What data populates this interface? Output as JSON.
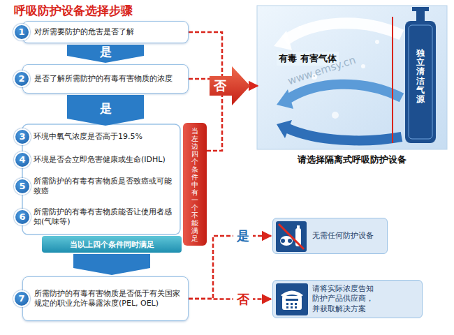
{
  "diagram": {
    "title": "呼吸防护设备选择步骤",
    "nodes": [
      {
        "text": [
          "对所需要防护的危害是否了解"
        ]
      },
      {
        "text": [
          "1"
        ],
        "in": 0
      },
      {
        "text": [
          "是否了解所需防护的有毒有害物质的浓度"
        ]
      },
      {
        "text": [
          "2"
        ],
        "in": 2
      },
      {
        "text": [
          "环境中氧气浓度是否高于19.5%"
        ]
      },
      {
        "text": [
          "3"
        ],
        "in": 4
      },
      {
        "text": [
          "环境是否会立即危害健康或生命(IDHL)"
        ]
      },
      {
        "text": [
          "4"
        ],
        "in": 6
      },
      {
        "text": [
          "所需防护的有毒有害物质是否致癌或可能致癌"
        ]
      },
      {
        "text": [
          "5"
        ],
        "in": 8
      },
      {
        "text": [
          "所需防护的有毒有害物质能否让使用者感知(气味等)"
        ]
      },
      {
        "text": [
          "6"
        ],
        "in": 10
      },
      {
        "text": [
          "当左边四个条件中有一个不能满足"
        ]
      },
      {
        "text": [
          "当以上四个条件同时满足"
        ]
      },
      {
        "text": [
          "所需防护的有毒有害物质是否低于有关国家规定的职业允许暴露浓度(PEL, OEL)"
        ]
      },
      {
        "text": [
          "7"
        ],
        "in": 14
      },
      {
        "text": [
          "否"
        ]
      },
      {
        "text": [
          "有毒 有害气体",
          "独立清洁气源",
          "请选择隔离式呼吸防护设备"
        ]
      },
      {
        "text": [
          "无需任何防护设备"
        ]
      },
      {
        "text": [
          "请将实际浓度告知防护产品供应商，并获取解决方案"
        ]
      }
    ],
    "edges": [
      {
        "from": 0,
        "to": 2,
        "label": "是",
        "arrow": "to"
      },
      {
        "from": 2,
        "to": 4,
        "label": "是",
        "arrow": "to"
      },
      {
        "from": 13,
        "to": 14,
        "arrow": "to"
      },
      {
        "from": 0,
        "to": 16,
        "arrow": "none"
      },
      {
        "from": 2,
        "to": 16,
        "arrow": "none"
      },
      {
        "from": 12,
        "to": 16,
        "arrow": "none"
      },
      {
        "from": 16,
        "to": 17,
        "arrow": "to"
      },
      {
        "from": 14,
        "to": 18,
        "label": "是",
        "arrow": "to"
      },
      {
        "from": 14,
        "to": 19,
        "label": "否",
        "arrow": "to"
      }
    ],
    "labels": [
      "www.emsy.cn"
    ]
  }
}
